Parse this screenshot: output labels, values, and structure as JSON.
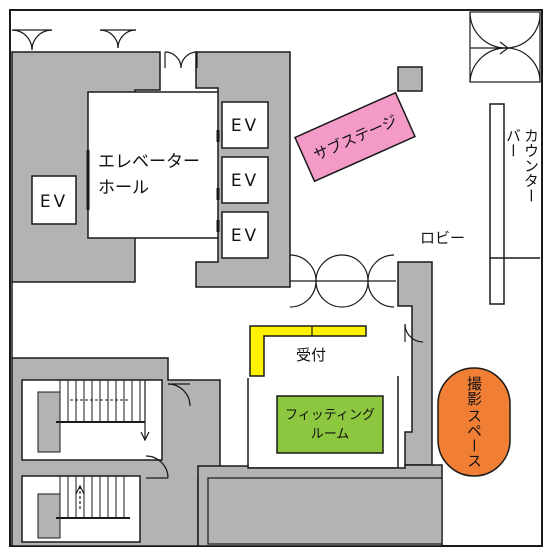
{
  "labels": {
    "elevator_hall_line1": "エレベーター",
    "elevator_hall_line2": "ホール",
    "ev_left": "EV",
    "ev_top": "EV",
    "ev_middle": "EV",
    "ev_bottom": "EV",
    "sub_stage": "サブステージ",
    "bar_counter_line1": "バー",
    "bar_counter_line2": "カウンター",
    "lobby": "ロビー",
    "reception": "受付",
    "fitting_room_line1": "フィッティング",
    "fitting_room_line2": "ルーム",
    "photo_space_line1": "撮影",
    "photo_space_line2": "スペース"
  },
  "colors": {
    "wall": "#b3b3b3",
    "outline": "#1a1a1a",
    "sub_stage": "#f49ac8",
    "photo_space": "#f07f35",
    "fitting_room": "#8dc63f",
    "reception_counter": "#fff200",
    "background": "#ffffff"
  }
}
